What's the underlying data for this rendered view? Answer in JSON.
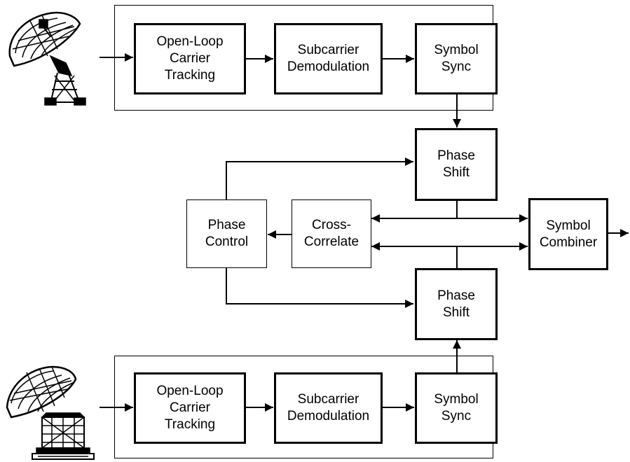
{
  "diagram": {
    "top_chain": {
      "tracking": "Open-Loop\nCarrier\nTracking",
      "demod": "Subcarrier\nDemodulation",
      "sync": "Symbol\nSync"
    },
    "bottom_chain": {
      "tracking": "Open-Loop\nCarrier\nTracking",
      "demod": "Subcarrier\nDemodulation",
      "sync": "Symbol\nSync"
    },
    "phase_shift_top": "Phase\nShift",
    "phase_shift_bottom": "Phase\nShift",
    "phase_control": "Phase\nControl",
    "cross_correlate": "Cross-\nCorrelate",
    "symbol_combiner": "Symbol\nCombiner"
  },
  "icons": {
    "top_antenna": "satellite-dish-icon",
    "bottom_antenna": "satellite-dish-icon"
  }
}
